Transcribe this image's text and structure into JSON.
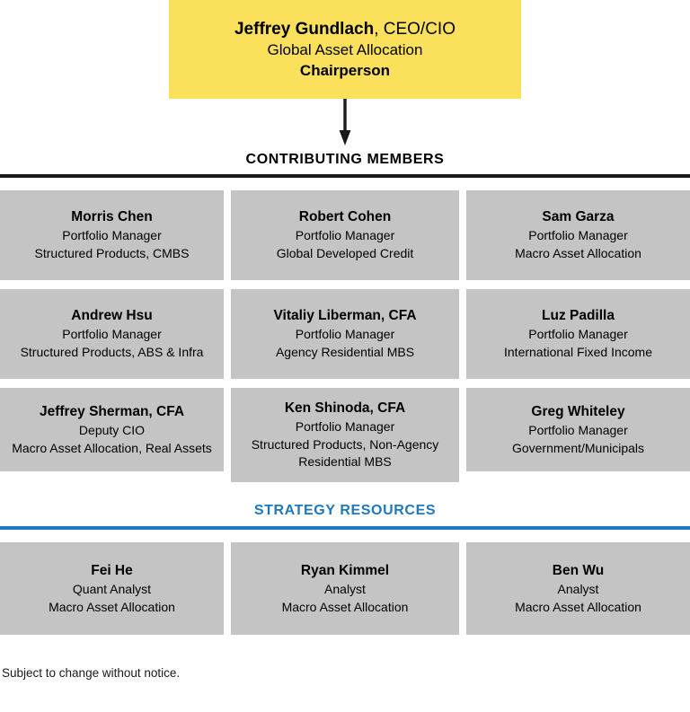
{
  "colors": {
    "leader_background": "#FBE05C",
    "card_background": "#C4C4C4",
    "accent_blue": "#1F77BE",
    "rule_black": "#1A1A1A",
    "text": "#000000"
  },
  "leader": {
    "name": "Jeffrey Gundlach",
    "role": ", CEO/CIO",
    "focus": "Global Asset Allocation",
    "designation": "Chairperson"
  },
  "sections": [
    {
      "heading": "CONTRIBUTING MEMBERS",
      "rule_color": "#1A1A1A",
      "members": [
        {
          "name": "Morris Chen",
          "title": "Portfolio Manager",
          "focus": "Structured Products, CMBS",
          "focus2": ""
        },
        {
          "name": "Robert Cohen",
          "title": "Portfolio Manager",
          "focus": "Global Developed Credit",
          "focus2": ""
        },
        {
          "name": "Sam Garza",
          "title": "Portfolio Manager",
          "focus": "Macro Asset Allocation",
          "focus2": ""
        },
        {
          "name": "Andrew Hsu",
          "title": "Portfolio Manager",
          "focus": "Structured Products, ABS & Infra",
          "focus2": ""
        },
        {
          "name": "Vitaliy Liberman, CFA",
          "title": "Portfolio Manager",
          "focus": "Agency Residential MBS",
          "focus2": ""
        },
        {
          "name": "Luz Padilla",
          "title": "Portfolio Manager",
          "focus": "International Fixed Income",
          "focus2": ""
        },
        {
          "name": "Jeffrey Sherman, CFA",
          "title": "Deputy CIO",
          "focus": "Macro Asset Allocation, Real Assets",
          "focus2": ""
        },
        {
          "name": "Ken Shinoda, CFA",
          "title": "Portfolio Manager",
          "focus": "Structured Products, Non-Agency",
          "focus2": "Residential MBS"
        },
        {
          "name": "Greg Whiteley",
          "title": "Portfolio Manager",
          "focus": "Government/Municipals",
          "focus2": ""
        }
      ]
    },
    {
      "heading": "STRATEGY RESOURCES",
      "rule_color": "#1F77BE",
      "members": [
        {
          "name": "Fei He",
          "title": "Quant Analyst",
          "focus": "Macro Asset Allocation",
          "focus2": ""
        },
        {
          "name": "Ryan Kimmel",
          "title": "Analyst",
          "focus": "Macro Asset Allocation",
          "focus2": ""
        },
        {
          "name": "Ben Wu",
          "title": "Analyst",
          "focus": "Macro Asset Allocation",
          "focus2": ""
        }
      ]
    }
  ],
  "footer": {
    "note": "Subject to change without notice."
  }
}
